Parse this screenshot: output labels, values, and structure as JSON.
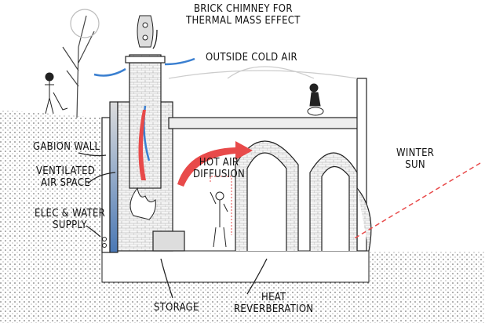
{
  "labels": {
    "chimney_line1": "BRICK CHIMNEY FOR",
    "chimney_line2": "THERMAL MASS EFFECT",
    "cold_air": "OUTSIDE COLD AIR",
    "gabion_wall": "GABION WALL",
    "ventilated_line1": "VENTILATED",
    "ventilated_line2": "AIR SPACE",
    "elec_line1": "ELEC & WATER",
    "elec_line2": "SUPPLY",
    "hot_air_line1": "HOT AIR",
    "hot_air_line2": "DIFFUSION",
    "winter_line1": "WINTER",
    "winter_line2": "SUN",
    "storage": "STORAGE",
    "heat_line1": "HEAT",
    "heat_line2": "REVERBERATION"
  },
  "colors": {
    "hot_air": "#e84a4a",
    "cold_air": "#3a7fd0",
    "ink": "#222222",
    "ground": "#9a9a9a"
  }
}
